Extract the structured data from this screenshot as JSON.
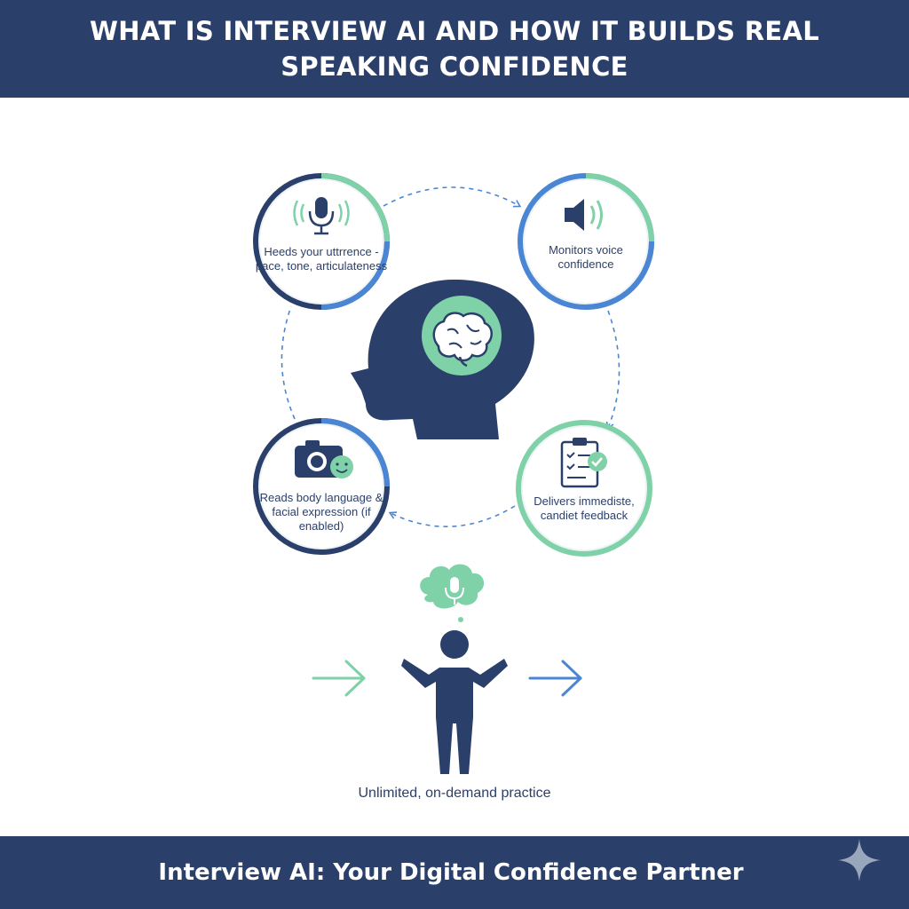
{
  "header": {
    "title": "WHAT IS INTERVIEW AI AND HOW IT BUILDS REAL SPEAKING CONFIDENCE"
  },
  "nodes": [
    {
      "text": "Heeds your uttrrence - pace, tone, articulateness",
      "icon": "microphone-icon"
    },
    {
      "text": "Monitors voice confidence",
      "icon": "speaker-icon"
    },
    {
      "text": "Reads body language & facial expression (if enabled)",
      "icon": "camera-icon"
    },
    {
      "text": "Delivers immediste, candiet feedback",
      "icon": "checklist-icon"
    }
  ],
  "center": {
    "icon": "head-brain-icon"
  },
  "practice": {
    "caption": "Unlimited, on-demand practice",
    "icon": "person-icon"
  },
  "footer": {
    "title": "Interview AI: Your Digital Confidence Partner"
  },
  "colors": {
    "navy": "#2b3f6b",
    "green": "#7fd1a8",
    "blue": "#4a86d4",
    "band": "#2b3f6b"
  }
}
